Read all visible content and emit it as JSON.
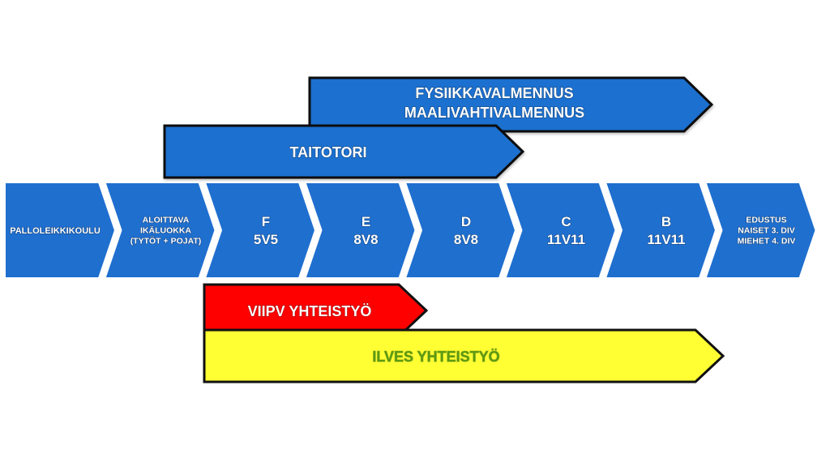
{
  "colors": {
    "blue": "#1f6fcf",
    "red": "#ff0000",
    "yellow": "#ffff33",
    "outline": "#111111",
    "green_text": "#5b9a12"
  },
  "top_bars": {
    "fysiikka": {
      "line1": "FYSIIKKAVALMENNUS",
      "line2": "MAALIVAHTIVALMENNUS"
    },
    "taitotori": {
      "label": "TAITOTORI"
    }
  },
  "stages": [
    {
      "lines": [
        "PALLOLEIKKIKOULU"
      ]
    },
    {
      "lines": [
        "ALOITTAVA",
        "IKÄLUOKKA",
        "(TYTÖT + POJAT)"
      ]
    },
    {
      "lines": [
        "F",
        "5V5"
      ]
    },
    {
      "lines": [
        "E",
        "8V8"
      ]
    },
    {
      "lines": [
        "D",
        "8V8"
      ]
    },
    {
      "lines": [
        "C",
        "11V11"
      ]
    },
    {
      "lines": [
        "B",
        "11V11"
      ]
    },
    {
      "lines": [
        "EDUSTUS",
        "NAISET 3. DIV",
        "MIEHET 4. DIV"
      ]
    }
  ],
  "bottom_bars": {
    "viipv": {
      "label": "VIIPV YHTEISTYÖ"
    },
    "ilves": {
      "label": "ILVES YHTEISTYÖ"
    }
  }
}
